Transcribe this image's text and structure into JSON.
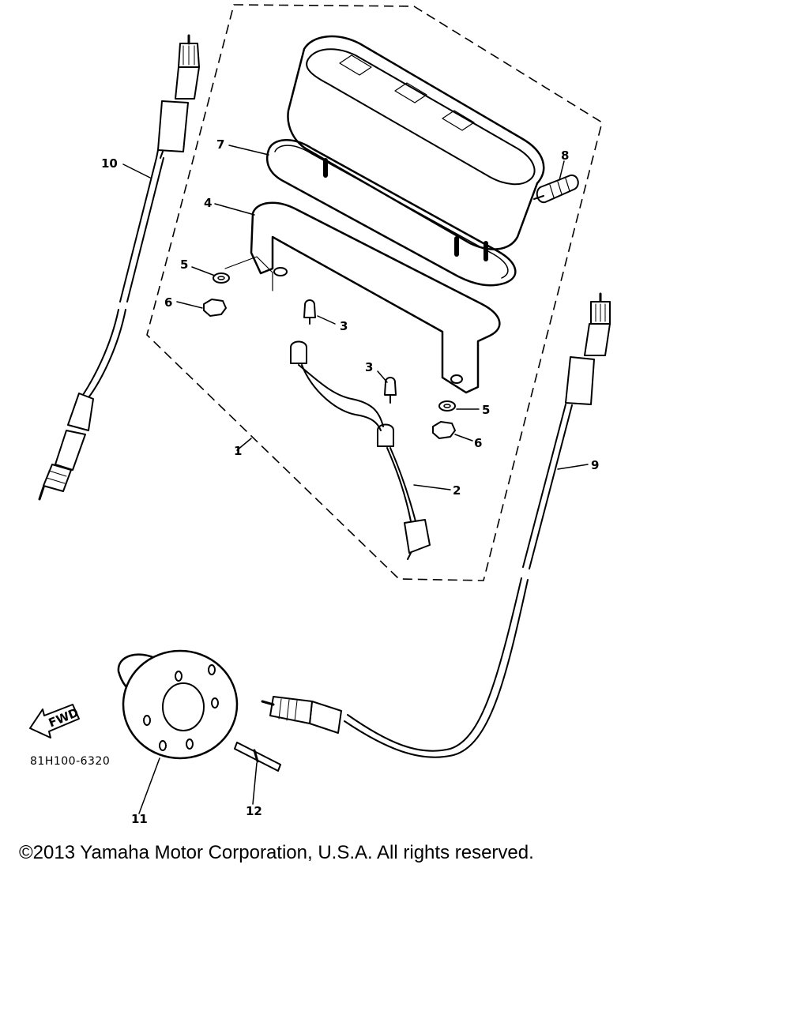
{
  "callouts": {
    "c1": "1",
    "c2": "2",
    "c3a": "3",
    "c3b": "3",
    "c4": "4",
    "c5a": "5",
    "c5b": "5",
    "c6a": "6",
    "c6b": "6",
    "c7": "7",
    "c8": "8",
    "c9": "9",
    "c10": "10",
    "c11": "11",
    "c12": "12"
  },
  "fwd_label": "FWD",
  "part_number": "81H100-6320",
  "copyright": "©2013 Yamaha Motor Corporation, U.S.A. All rights reserved."
}
